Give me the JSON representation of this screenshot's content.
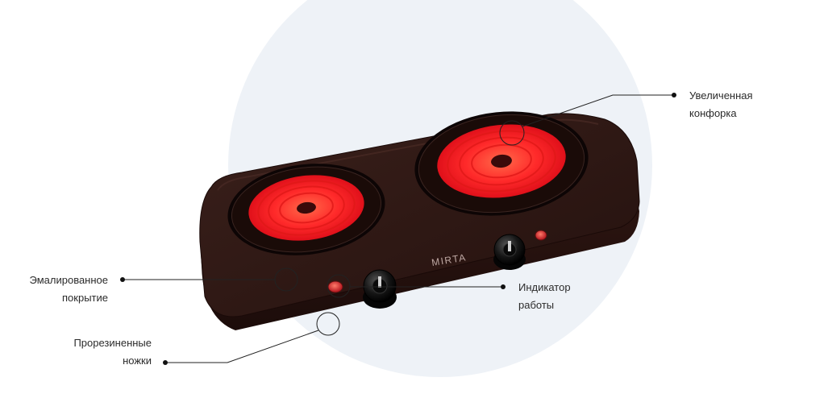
{
  "product": {
    "brand_text": "MIRTA"
  },
  "callouts": {
    "enlarged_burner": {
      "line1": "Увеличенная",
      "line2": "конфорка"
    },
    "enamel_coating": {
      "line1": "Эмалированное",
      "line2": "покрытие"
    },
    "power_indicator": {
      "line1": "Индикатор",
      "line2": "работы"
    },
    "rubber_feet": {
      "line1": "Прорезиненные",
      "line2": "ножки"
    }
  },
  "colors": {
    "background_circle": "#eef2f7",
    "body": "#2a1512",
    "heating_element": "#ff2a2a",
    "callout_line": "#222222"
  }
}
